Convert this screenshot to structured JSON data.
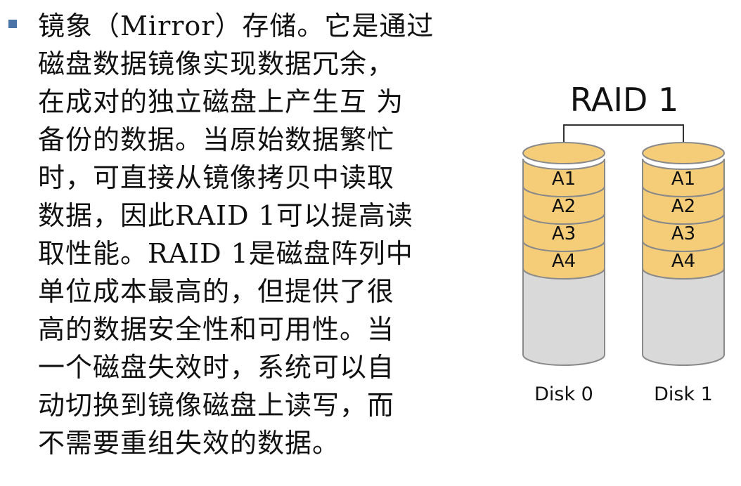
{
  "colors": {
    "bullet": "#4a73a8",
    "block_fill": "#f5cd79",
    "block_stroke": "#8a8a8a",
    "disk_body": "#d9d9d9",
    "text": "#111111"
  },
  "text": {
    "bullet_icon": "square-bullet",
    "lines": [
      "镜象（Mirror）存储。它是通过",
      "磁盘数据镜像实现数据冗余，",
      "在成对的独立磁盘上产生互 为",
      "备份的数据。当原始数据繁忙",
      "时，可直接从镜像拷贝中读取",
      "数据，因此RAID 1可以提高读",
      "取性能。RAID 1是磁盘阵列中",
      "单位成本最高的，但提供了很",
      "高的数据安全性和可用性。当",
      "一个磁盘失效时，系统可以自",
      "动切换到镜像磁盘上读写，而",
      "不需要重组失效的数据。"
    ]
  },
  "diagram": {
    "title": "RAID 1",
    "disks": [
      {
        "label": "Disk 0",
        "blocks": [
          "A1",
          "A2",
          "A3",
          "A4"
        ]
      },
      {
        "label": "Disk 1",
        "blocks": [
          "A1",
          "A2",
          "A3",
          "A4"
        ]
      }
    ]
  }
}
